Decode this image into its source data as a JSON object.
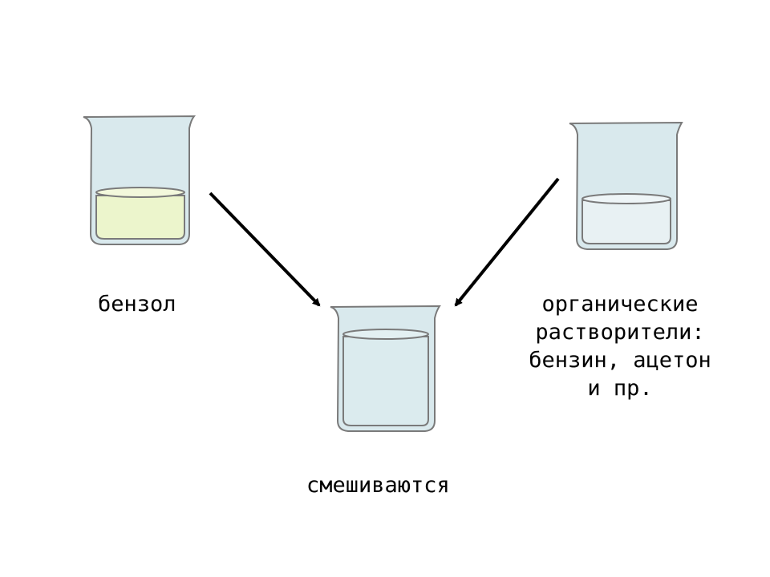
{
  "labels": {
    "benzene": "бензол",
    "organic_solvents": "органические\nрастворители:\nбензин, ацетон\nи пр.",
    "result": "смешиваются"
  },
  "colors": {
    "glass_fill": "#d9e9ed",
    "glass_outline": "#7a7a7a",
    "benzene_liquid": "#ecf5cc",
    "solvent_liquid": "#e8f1f3",
    "mixture_liquid": "#dbebee",
    "arrow": "#000000"
  },
  "icons": [
    "beaker-icon",
    "arrow-icon"
  ]
}
